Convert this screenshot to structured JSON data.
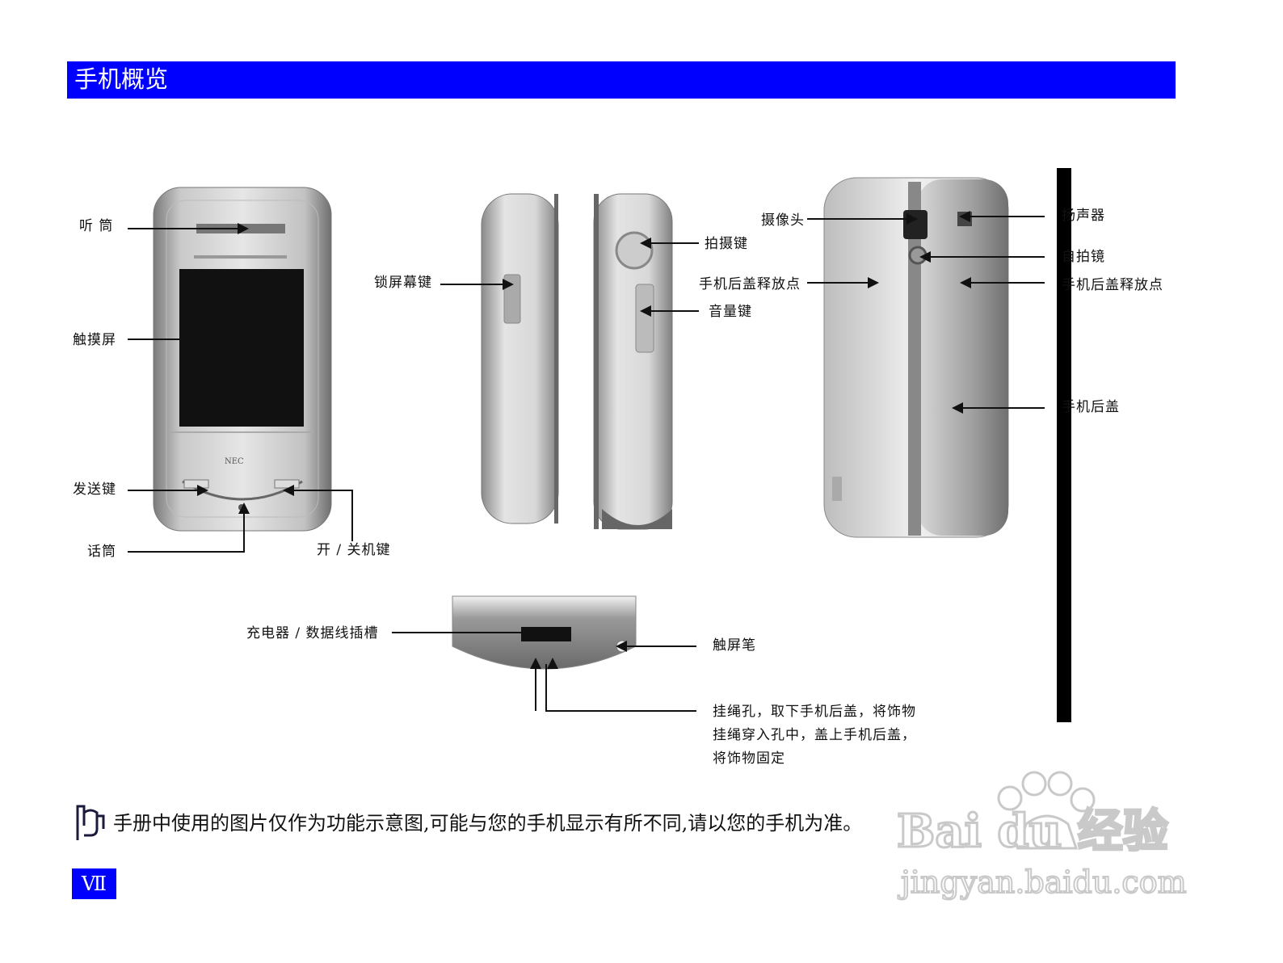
{
  "header": {
    "title": "手机概览"
  },
  "labels": {
    "earpiece": "听 筒",
    "touchscreen": "触摸屏",
    "send_key": "发送键",
    "microphone": "话筒",
    "power_key": "开 / 关机键",
    "lock_key": "锁屏幕键",
    "shutter_key": "拍摄键",
    "back_cover_release_left": "手机后盖释放点",
    "volume_key": "音量键",
    "camera": "摄像头",
    "speaker": "扬声器",
    "self_mirror": "自拍镜",
    "back_cover_release_right": "手机后盖释放点",
    "back_cover": "手机后盖",
    "charger_slot": "充电器 / 数据线插槽",
    "stylus": "触屏笔",
    "strap_line1": "挂绳孔，取下手机后盖，将饰物",
    "strap_line2": "挂绳穿入孔中，盖上手机后盖，",
    "strap_line3": "将饰物固定"
  },
  "note": {
    "text": "手册中使用的图片仅作为功能示意图,可能与您的手机显示有所不同,请以您的手机为准。"
  },
  "footer": {
    "page_number": "Ⅶ"
  },
  "watermark": {
    "brand": "Bai du 经验",
    "url": "jingyan.baidu.com"
  }
}
